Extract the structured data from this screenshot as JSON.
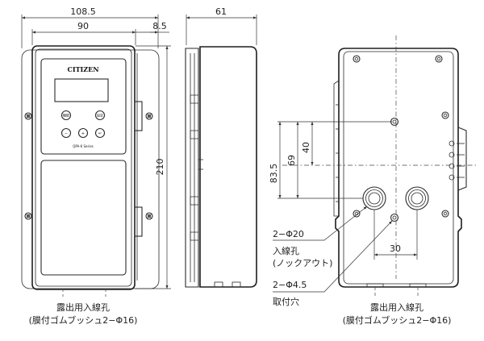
{
  "dimensions": {
    "overall_width": "108.5",
    "body_width": "90",
    "flange": "8.5",
    "depth": "61",
    "height": "210",
    "d_69": "69",
    "d_40": "40",
    "d_83_5": "83.5",
    "d_30": "30"
  },
  "front": {
    "brand": "CITIZEN",
    "series": "QPA-6 Series",
    "key_labels": [
      "機能",
      "設定",
      "−",
      "+",
      "↵"
    ]
  },
  "labels": {
    "knockout_size": "2−Φ20",
    "knockout_name": "入線孔",
    "knockout_note": "(ノックアウト)",
    "mount_hole_size": "2−Φ4.5",
    "mount_hole_name": "取付穴",
    "outlet_left_1": "露出用入線孔",
    "outlet_left_2": "(膜付ゴムブッシュ2−Φ16)",
    "outlet_right_1": "露出用入線孔",
    "outlet_right_2": "(膜付ゴムブッシュ2−Φ16)"
  },
  "colors": {
    "line": "#2a2a2a",
    "background": "#ffffff"
  }
}
